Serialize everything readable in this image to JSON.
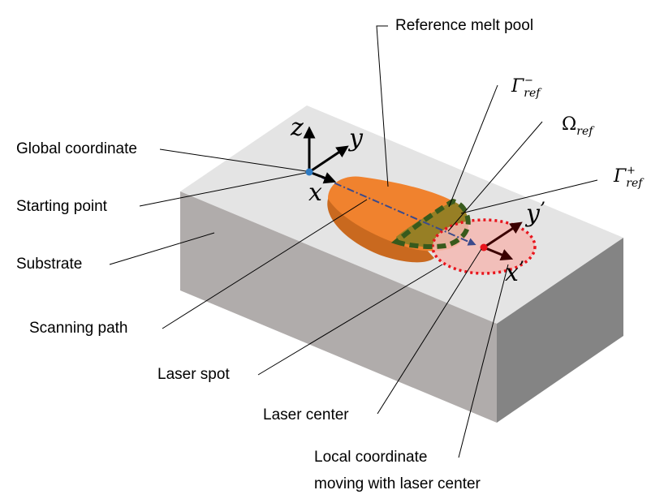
{
  "labels": {
    "reference_melt_pool": "Reference melt pool",
    "global_coordinate": "Global coordinate",
    "starting_point": "Starting point",
    "substrate": "Substrate",
    "scanning_path": "Scanning path",
    "laser_spot": "Laser spot",
    "laser_center": "Laser center",
    "local_coordinate_line1": "Local coordinate",
    "local_coordinate_line2": "moving with laser center"
  },
  "math": {
    "gamma_minus_base": "Γ",
    "gamma_minus_sub": "ref",
    "gamma_minus_sup": "−",
    "omega_base": "Ω",
    "omega_sub": "ref",
    "gamma_plus_base": "Γ",
    "gamma_plus_sub": "ref",
    "gamma_plus_sup": "+"
  },
  "axes": {
    "global_x": "x",
    "global_y": "y",
    "global_z": "z",
    "local_x": "x",
    "local_y": "y",
    "prime": "’"
  },
  "colors": {
    "top_face": "#e4e4e4",
    "front_face": "#b0acab",
    "side_face": "#848484",
    "melt_pool": "#f0822e",
    "melt_pool_side": "#c9691f",
    "boundary_dash": "#385a1c",
    "laser_spot_fill": "#f4b9b3",
    "laser_spot_edge": "#e8141c",
    "global_origin": "#2e7bc4",
    "local_arrow": "#3a0000"
  }
}
